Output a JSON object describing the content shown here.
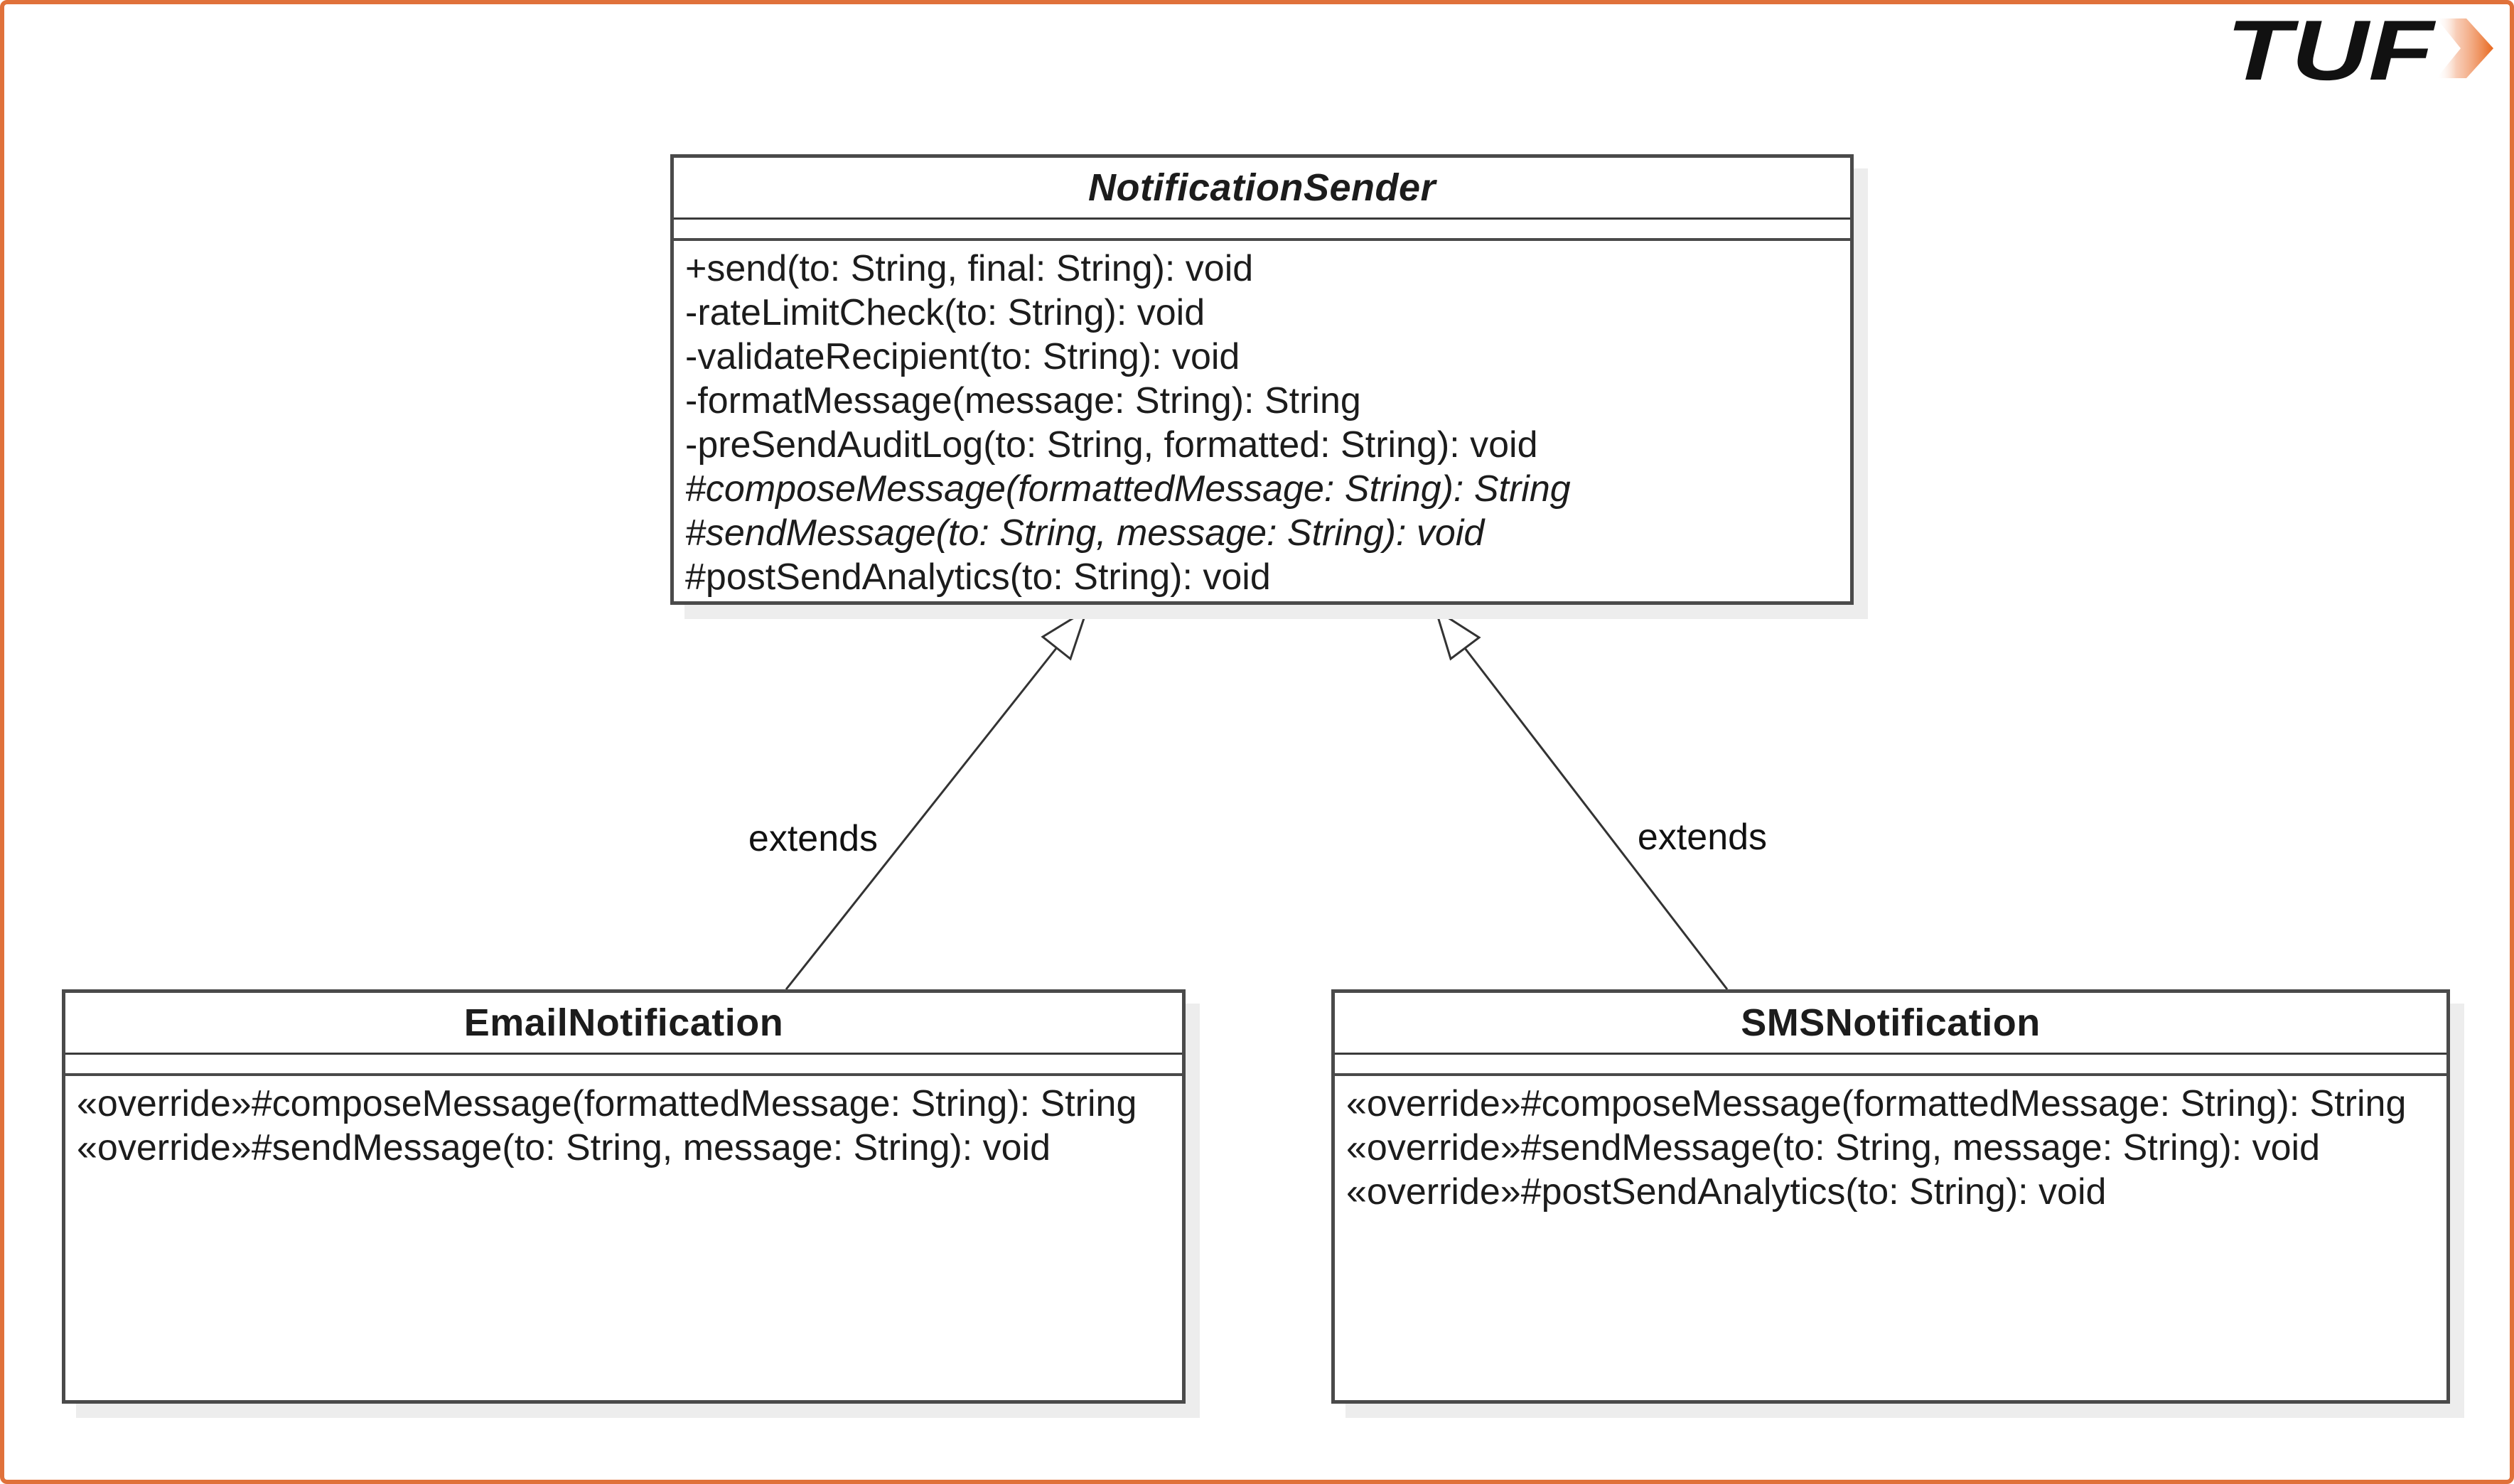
{
  "logo": {
    "text": "TUF",
    "arrow_color": "#e8681e"
  },
  "frame": {
    "border_color": "#e0713a",
    "background": "#ffffff"
  },
  "diagram": {
    "classes": [
      {
        "name": "NotificationSender",
        "abstract": true,
        "attributes": [],
        "methods": [
          {
            "text": "+send(to: String, final: String): void",
            "italic": false
          },
          {
            "text": "-rateLimitCheck(to: String): void",
            "italic": false
          },
          {
            "text": "-validateRecipient(to: String): void",
            "italic": false
          },
          {
            "text": "-formatMessage(message: String): String",
            "italic": false
          },
          {
            "text": "-preSendAuditLog(to: String, formatted: String): void",
            "italic": false
          },
          {
            "text": "#composeMessage(formattedMessage: String): String",
            "italic": true
          },
          {
            "text": "#sendMessage(to: String, message: String): void",
            "italic": true
          },
          {
            "text": "#postSendAnalytics(to: String): void",
            "italic": false
          }
        ]
      },
      {
        "name": "EmailNotification",
        "abstract": false,
        "attributes": [],
        "methods": [
          {
            "text": "«override»#composeMessage(formattedMessage: String): String",
            "italic": false
          },
          {
            "text": "«override»#sendMessage(to: String, message: String): void",
            "italic": false
          }
        ]
      },
      {
        "name": "SMSNotification",
        "abstract": false,
        "attributes": [],
        "methods": [
          {
            "text": "«override»#composeMessage(formattedMessage: String): String",
            "italic": false
          },
          {
            "text": "«override»#sendMessage(to: String, message: String): void",
            "italic": false
          },
          {
            "text": "«override»#postSendAnalytics(to: String): void",
            "italic": false
          }
        ]
      }
    ],
    "relations": [
      {
        "label": "extends",
        "from": "EmailNotification",
        "to": "NotificationSender"
      },
      {
        "label": "extends",
        "from": "SMSNotification",
        "to": "NotificationSender"
      }
    ]
  }
}
